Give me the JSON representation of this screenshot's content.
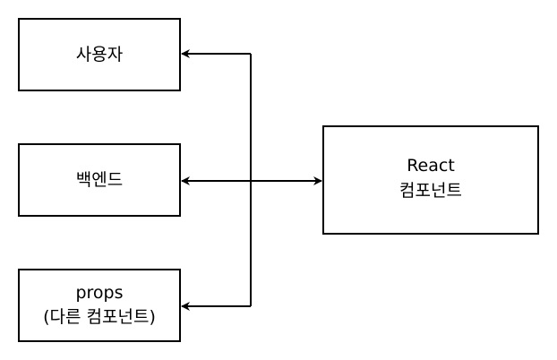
{
  "nodes": {
    "user": {
      "label": "사용자"
    },
    "backend": {
      "label": "백엔드"
    },
    "props": {
      "line1": "props",
      "line2": "(다른 컴포넌트)"
    },
    "react": {
      "line1": "React",
      "line2": "컴포넌트"
    }
  },
  "edges": [
    {
      "from": "react",
      "to": "user",
      "direction": "bidirectional"
    },
    {
      "from": "react",
      "to": "backend",
      "direction": "bidirectional"
    },
    {
      "from": "react",
      "to": "props",
      "direction": "bidirectional"
    }
  ],
  "colors": {
    "stroke": "#000000",
    "fill": "#ffffff"
  }
}
